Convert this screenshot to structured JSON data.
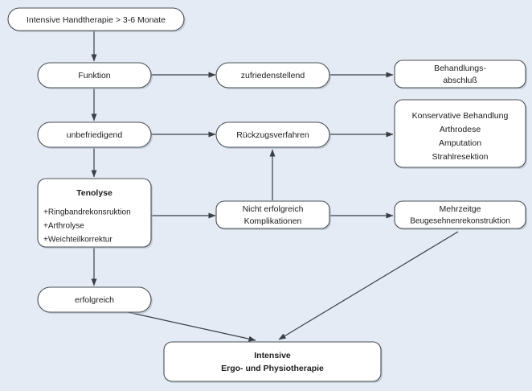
{
  "diagram": {
    "title": "Intensive Handtherapie > 3-6 Monate",
    "background_color": "#e4ebf5",
    "box_fill_color": "#ffffff",
    "box_border_color": "#4a4f55",
    "arrow_color": "#3b3f45",
    "nodes": {
      "start": {
        "label": "Intensive Handtherapie > 3-6 Monate"
      },
      "funktion": {
        "label": "Funktion"
      },
      "zufriedenstellend": {
        "label": "zufriedenstellend"
      },
      "behandlungsabschluss": {
        "line1": "Behandlungs-",
        "line2": "abschluß"
      },
      "unbefriedigend": {
        "label": "unbefriedigend"
      },
      "rueckzugsverfahren": {
        "label": "Rückzugsverfahren"
      },
      "konservativ": {
        "line1": "Konservative Behandlung",
        "line2": "Arthrodese",
        "line3": "Amputation",
        "line4": "Strahlresektion"
      },
      "tenolyse": {
        "heading": "Tenolyse",
        "item1": "+Ringbandrekonsruktion",
        "item2": "+Arthrolyse",
        "item3": "+Weichteilkorrektur"
      },
      "nicht_erfolgreich": {
        "line1": "Nicht erfolgreich",
        "line2": "Komplikationen"
      },
      "mehrzeitge": {
        "line1": "Mehrzeitge",
        "line2": "Beugesehnenrekonstruktion"
      },
      "erfolgreich": {
        "label": "erfolgreich"
      },
      "intensive_therapie": {
        "line1": "Intensive",
        "line2": "Ergo- und Physiotherapie"
      }
    },
    "edges": [
      {
        "name": "start-to-funktion",
        "from": "start",
        "to": "funktion"
      },
      {
        "name": "funktion-to-zufriedenstellend",
        "from": "funktion",
        "to": "zufriedenstellend"
      },
      {
        "name": "zufriedenstellend-to-behandlungsabschluss",
        "from": "zufriedenstellend",
        "to": "behandlungsabschluss"
      },
      {
        "name": "funktion-to-unbefriedigend",
        "from": "funktion",
        "to": "unbefriedigend"
      },
      {
        "name": "unbefriedigend-to-rueckzugsverfahren",
        "from": "unbefriedigend",
        "to": "rueckzugsverfahren"
      },
      {
        "name": "rueckzugsverfahren-to-konservativ",
        "from": "rueckzugsverfahren",
        "to": "konservativ"
      },
      {
        "name": "unbefriedigend-to-tenolyse",
        "from": "unbefriedigend",
        "to": "tenolyse"
      },
      {
        "name": "tenolyse-to-nicht-erfolgreich",
        "from": "tenolyse",
        "to": "nicht_erfolgreich"
      },
      {
        "name": "nicht-erfolgreich-to-rueckzugsverfahren",
        "from": "nicht_erfolgreich",
        "to": "rueckzugsverfahren"
      },
      {
        "name": "nicht-erfolgreich-to-mehrzeitge",
        "from": "nicht_erfolgreich",
        "to": "mehrzeitge"
      },
      {
        "name": "tenolyse-to-erfolgreich",
        "from": "tenolyse",
        "to": "erfolgreich"
      },
      {
        "name": "erfolgreich-to-intensive-therapie",
        "from": "erfolgreich",
        "to": "intensive_therapie"
      },
      {
        "name": "mehrzeitge-to-intensive-therapie",
        "from": "mehrzeitge",
        "to": "intensive_therapie"
      }
    ]
  }
}
